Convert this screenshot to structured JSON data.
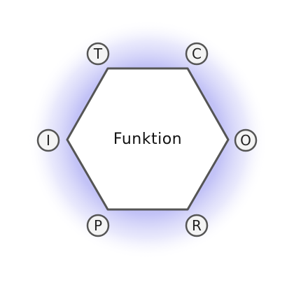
{
  "diagram": {
    "center_label": "Funktion",
    "nodes": [
      {
        "id": "T",
        "label": "T"
      },
      {
        "id": "C",
        "label": "C"
      },
      {
        "id": "I",
        "label": "I"
      },
      {
        "id": "O",
        "label": "O"
      },
      {
        "id": "P",
        "label": "P"
      },
      {
        "id": "R",
        "label": "R"
      }
    ]
  },
  "colors": {
    "glow": "#b8b8f5",
    "stroke": "#555555",
    "hexagon_fill": "#ffffff",
    "node_fill": "#f4f4f4",
    "text": "#222222"
  }
}
